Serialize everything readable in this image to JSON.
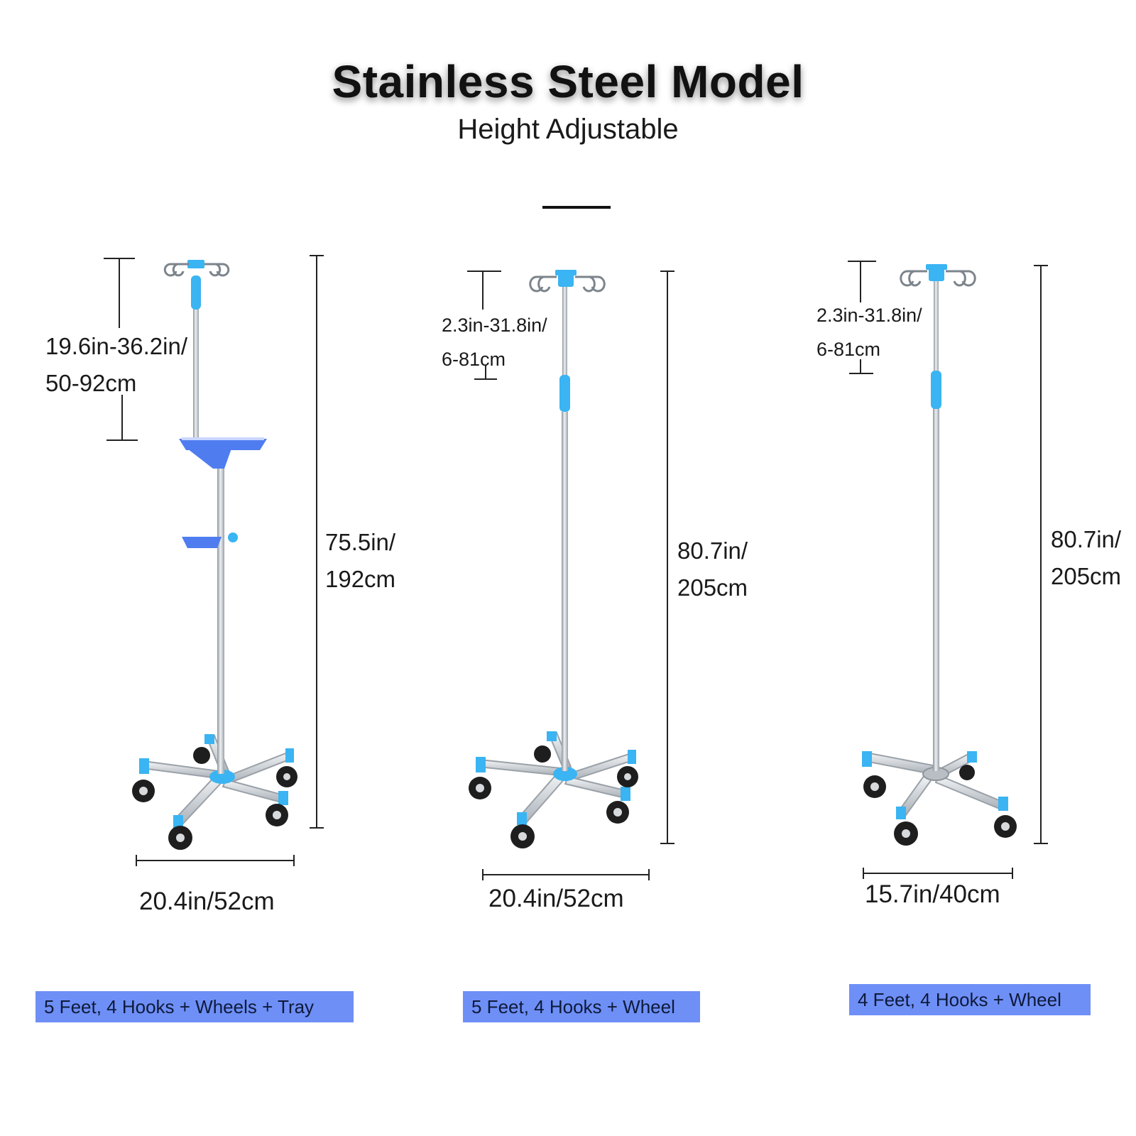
{
  "header": {
    "title": "Stainless Steel Model",
    "subtitle": "Height Adjustable"
  },
  "colors": {
    "accent_blue": "#3ab4f2",
    "tray_blue": "#4f7df0",
    "tag_blue": "#6e8ff6",
    "steel": "#c9ced3"
  },
  "stands": [
    {
      "adjust_range": "19.6in-36.2in/\n50-92cm",
      "height": "75.5in/\n192cm",
      "width": "20.4in/52cm",
      "option": "5 Feet, 4 Hooks + Wheels + Tray"
    },
    {
      "adjust_range": "2.3in-31.8in/\n6-81cm",
      "height": "80.7in/\n205cm",
      "width": "20.4in/52cm",
      "option": "5 Feet, 4 Hooks + Wheel"
    },
    {
      "adjust_range": "2.3in-31.8in/\n6-81cm",
      "height": "80.7in/\n205cm",
      "width": "15.7in/40cm",
      "option": "4 Feet, 4 Hooks + Wheel"
    }
  ]
}
